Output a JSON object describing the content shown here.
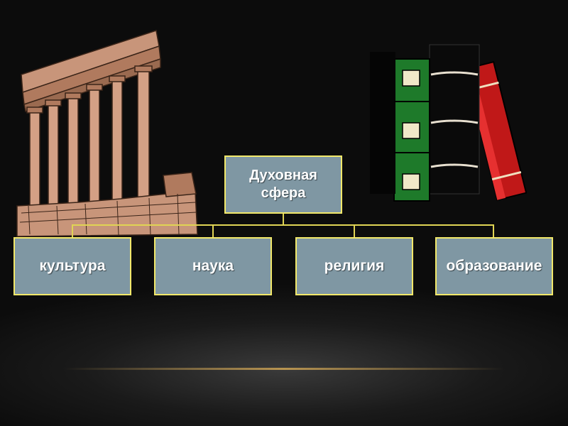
{
  "diagram": {
    "root": {
      "label": "Духовная сфера"
    },
    "children": [
      {
        "label": "культура"
      },
      {
        "label": "наука"
      },
      {
        "label": "религия"
      },
      {
        "label": "образование"
      }
    ]
  },
  "colors": {
    "background": "#151515",
    "box_fill": "#7f97a3",
    "box_border": "#f2e86a",
    "connector": "#e0d454",
    "text": "#ffffff",
    "book_green": "#1e7a2a",
    "book_red": "#c01818",
    "column_stone": "#c8957a"
  },
  "illustrations": {
    "left": "greek-columns-ruin",
    "right": "stack-of-books"
  }
}
